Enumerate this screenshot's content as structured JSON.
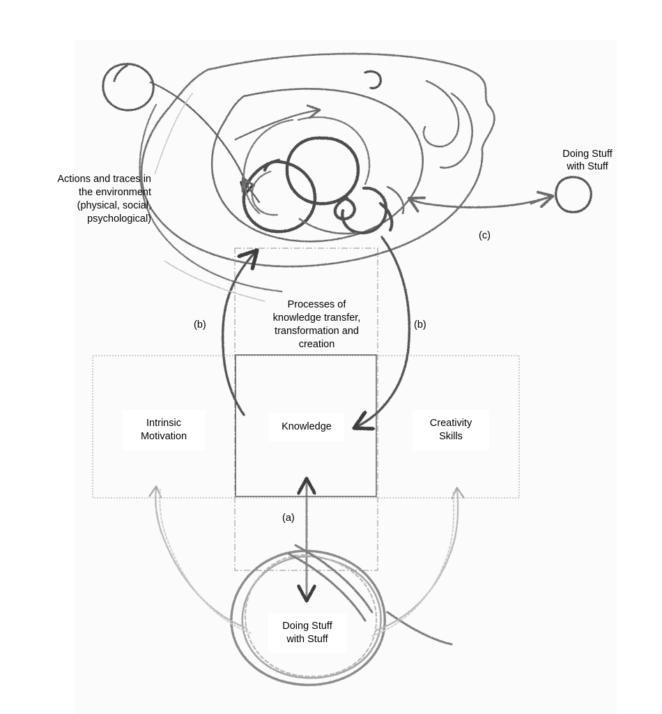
{
  "diagram": {
    "title": "Hand-drawn componential model sketch",
    "labels": {
      "actions_traces": "Actions and traces in\nthe environment\n(physical, social,\npsychological)",
      "doing_stuff_right": "Doing Stuff\nwith Stuff",
      "processes": "Processes of\nknowledge transfer,\ntransformation and\ncreation",
      "intrinsic_motivation": "Intrinsic\nMotivation",
      "knowledge": "Knowledge",
      "creativity_skills": "Creativity\nSkills",
      "doing_stuff_bottom": "Doing Stuff\nwith Stuff"
    },
    "annotations": {
      "a": "(a)",
      "b_left": "(b)",
      "b_right": "(b)",
      "c": "(c)"
    },
    "colors": {
      "page": "#fbfbfb",
      "ink_dark": "#3f3f3f",
      "ink_mid": "#6e6e6e",
      "ink_light": "#b4b4b4",
      "ink_faint": "#d2d2d2",
      "box_border": "#555555",
      "dotted_border": "#9a9a9a",
      "text": "#000000"
    },
    "shapes": {
      "componential_band": "dotted rectangle spanning Intrinsic Motivation, Knowledge and Creativity Skills",
      "knowledge_box": "solid bordered square around Knowledge",
      "vertical_band": "dash-dot rectangle running from the cloud down through Doing Stuff with Stuff"
    }
  }
}
